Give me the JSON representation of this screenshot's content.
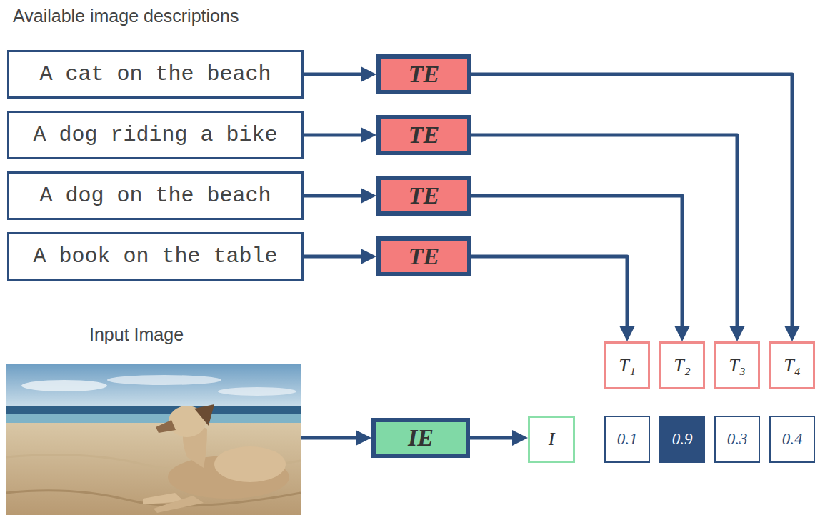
{
  "diagram": {
    "nodes": [
      {
        "text": [
          "A cat on the beach"
        ]
      },
      {
        "text": [
          "TE"
        ]
      },
      {
        "text": [
          "A dog riding a bike"
        ]
      },
      {
        "text": [
          "TE"
        ]
      },
      {
        "text": [
          "A dog on the beach"
        ]
      },
      {
        "text": [
          "TE"
        ]
      },
      {
        "text": [
          "A book on the table"
        ]
      },
      {
        "text": [
          "TE"
        ]
      },
      {
        "text": [
          "T₁"
        ]
      },
      {
        "text": [
          "T₂"
        ]
      },
      {
        "text": [
          "T₃"
        ]
      },
      {
        "text": [
          "T₄"
        ]
      },
      {
        "text": [
          "IE"
        ]
      },
      {
        "text": [
          "I"
        ]
      },
      {
        "text": [
          "0.1"
        ]
      },
      {
        "text": [
          "0.9"
        ]
      },
      {
        "text": [
          "0.3"
        ]
      },
      {
        "text": [
          "0.4"
        ]
      }
    ],
    "edges": [
      {
        "from": 0,
        "to": 1,
        "arrow": "to"
      },
      {
        "from": 2,
        "to": 3,
        "arrow": "to"
      },
      {
        "from": 4,
        "to": 5,
        "arrow": "to"
      },
      {
        "from": 6,
        "to": 7,
        "arrow": "to"
      },
      {
        "from": 1,
        "to": 11,
        "arrow": "to"
      },
      {
        "from": 3,
        "to": 10,
        "arrow": "to"
      },
      {
        "from": 5,
        "to": 9,
        "arrow": "to"
      },
      {
        "from": 7,
        "to": 8,
        "arrow": "to"
      },
      {
        "from": 12,
        "to": 13,
        "arrow": "to"
      }
    ],
    "labels": [
      "Available image descriptions",
      "Input Image"
    ]
  }
}
